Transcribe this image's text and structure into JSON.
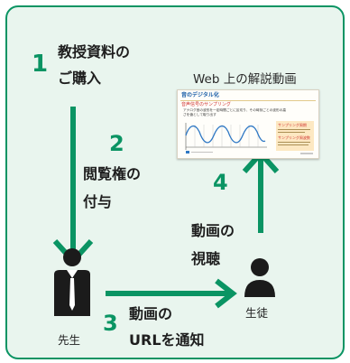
{
  "diagram": {
    "steps": [
      {
        "number": "1",
        "line1": "教授資料の",
        "line2": "ご購入"
      },
      {
        "number": "2",
        "line1": "閲覧権の",
        "line2": "付与"
      },
      {
        "number": "3",
        "line1": "動画の",
        "line2": "URLを通知"
      },
      {
        "number": "4",
        "line1": "動画の",
        "line2": "視聴"
      }
    ],
    "video_caption": "Web 上の解説動画",
    "actors": {
      "teacher": "先生",
      "student": "生徒"
    },
    "video_slide": {
      "title": "音のデジタル化",
      "heading": "音声信号のサンプリング",
      "body_line1": "アナログ音の波形を一定時間ごとに区切り、その時刻ごとの波形の高",
      "body_line2": "さを値として取り出す",
      "side_label1": "サンプリング周期",
      "side_label2": "サンプリング周波数"
    },
    "colors": {
      "accent": "#0a9463",
      "panel": "#e9f5ee",
      "figure": "#1b1b1b"
    }
  }
}
